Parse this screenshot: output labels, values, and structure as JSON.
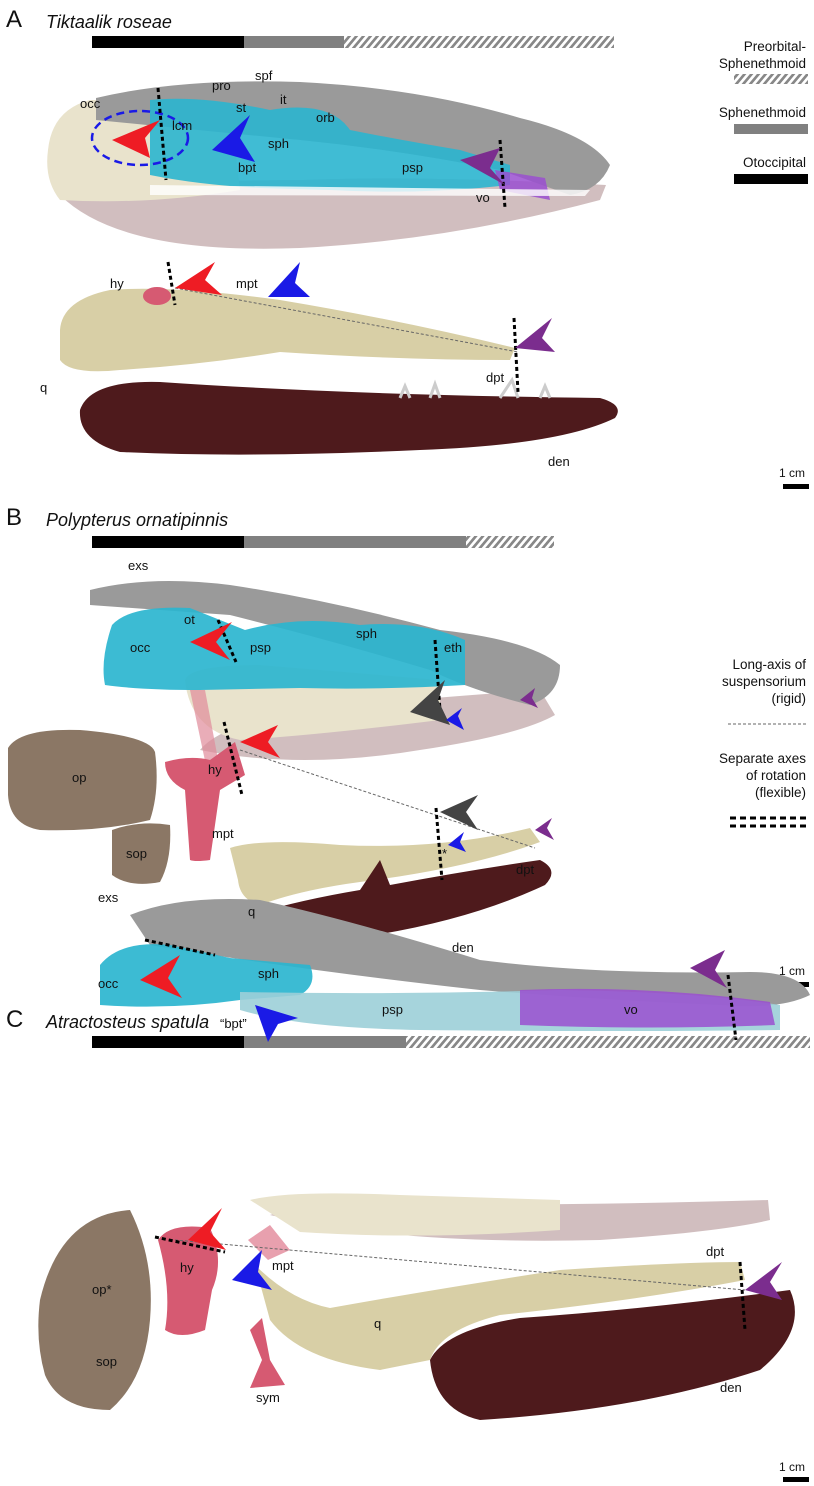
{
  "panels": [
    {
      "letter": "A",
      "species": "Tiktaalik roseae",
      "labels": {
        "occ": "occ",
        "lcm": "lcm",
        "pro": "pro",
        "spf": "spf",
        "st": "st",
        "it": "it",
        "orb": "orb",
        "sph": "sph",
        "bpt": "bpt",
        "psp": "psp",
        "vo": "vo",
        "hy": "hy",
        "mpt": "mpt",
        "q": "q",
        "dpt": "dpt",
        "den": "den"
      },
      "scale_label": "1 cm"
    },
    {
      "letter": "B",
      "species": "Polypterus ornatipinnis",
      "labels": {
        "exs": "exs",
        "ot": "ot",
        "occ": "occ",
        "psp": "psp",
        "sph": "sph",
        "eth": "eth",
        "op": "op",
        "sop": "sop",
        "hy": "hy",
        "mpt": "mpt",
        "q": "q",
        "dpt": "dpt",
        "den": "den",
        "asterisk": "*"
      },
      "scale_label": "1 cm"
    },
    {
      "letter": "C",
      "species": "Atractosteus spatula",
      "labels": {
        "exs": "exs",
        "occ": "occ",
        "sph": "sph",
        "bpt": "“bpt”",
        "psp": "psp",
        "vo": "vo",
        "hy": "hy",
        "mpt": "mpt",
        "op": "op*",
        "sop": "sop",
        "q": "q",
        "sym": "sym",
        "dpt": "dpt",
        "den": "den"
      },
      "scale_label": "1 cm"
    }
  ],
  "legend": {
    "preorbital": "Preorbital-\nSphenethmoid",
    "sphenethmoid": "Sphenethmoid",
    "otoccipital": "Otoccipital",
    "long_axis": "Long-axis of\nsuspensorium\n(rigid)",
    "separate_axes": "Separate axes\nof rotation\n(flexible)"
  },
  "colors": {
    "otoccipital": "#000000",
    "sphenethmoid": "#808080",
    "braincase_cyan": "#2bb5cf",
    "skull_grey": "#9a9a9a",
    "palate_tan": "#d8cfa6",
    "mandible": "#4e1a1c",
    "mandible_ghost": "#c9b3b4",
    "hyomandibula": "#d65a72",
    "opercle": "#8b7765",
    "arrow_red": "#ee1c24",
    "arrow_blue": "#1a1ae6",
    "arrow_purple": "#7b2d8e",
    "arrow_grey": "#444444",
    "vomer_purple": "#9a4fd0"
  }
}
